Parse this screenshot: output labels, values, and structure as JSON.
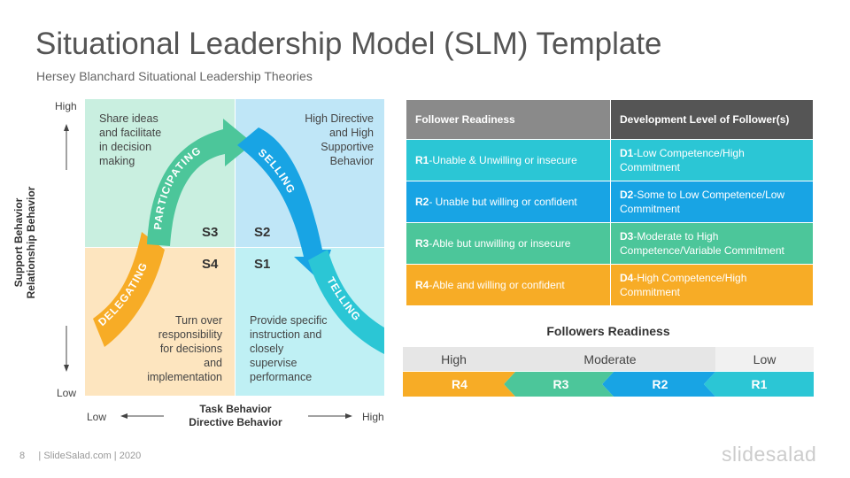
{
  "title": "Situational Leadership Model (SLM) Template",
  "subtitle": "Hersey Blanchard Situational Leadership Theories",
  "diagram": {
    "y_high": "High",
    "y_low": "Low",
    "y_axis_line1": "Support Behavior",
    "y_axis_line2": "Relationship Behavior",
    "x_low": "Low",
    "x_high": "High",
    "x_axis_line1": "Task Behavior",
    "x_axis_line2": "Directive Behavior",
    "quadrants": {
      "s3_text": [
        "Share ideas",
        "and facilitate",
        "in decision",
        "making"
      ],
      "s2_text": [
        "High Directive",
        "and High",
        "Supportive",
        "Behavior"
      ],
      "s4_text": [
        "Turn over",
        "responsibility",
        "for decisions",
        "and",
        "implementation"
      ],
      "s1_text": [
        "Provide specific",
        "instruction and",
        "closely",
        "supervise",
        "performance"
      ]
    },
    "labels": {
      "s3": "S3",
      "s2": "S2",
      "s4": "S4",
      "s1": "S1"
    },
    "arrows": {
      "participating": "PARTICIPATING",
      "selling": "SELLING",
      "delegating": "DELEGATING",
      "telling": "TELLING"
    }
  },
  "table": {
    "headers": [
      "Follower Readiness",
      "Development Level of Follower(s)"
    ],
    "rows": [
      {
        "code": "R1",
        "readiness": "-Unable & Unwilling or insecure",
        "dcode": "D1",
        "level": "-Low Competence/High Commitment"
      },
      {
        "code": "R2",
        "readiness": "- Unable but willing or confident",
        "dcode": "D2",
        "level": "-Some to Low Competence/Low Commitment"
      },
      {
        "code": "R3",
        "readiness": "-Able but unwilling or insecure",
        "dcode": "D3",
        "level": "-Moderate to High Competence/Variable  Commitment"
      },
      {
        "code": "R4",
        "readiness": "-Able and willing or confident",
        "dcode": "D4",
        "level": "-High Competence/High Commitment"
      }
    ]
  },
  "followers_readiness": {
    "title": "Followers Readiness",
    "scale": [
      "High",
      "Moderate",
      "Low"
    ],
    "chevrons": [
      "R4",
      "R3",
      "R2",
      "R1"
    ]
  },
  "footer": {
    "page": "8",
    "text": "| SlideSalad.com | 2020"
  },
  "brand": "slidesalad",
  "colors": {
    "s3_bg": "#c9efe0",
    "s2_bg": "#bfe6f7",
    "s4_bg": "#fde5bf",
    "s1_bg": "#bff0f4",
    "green": "#4cc69a",
    "blue": "#18a4e4",
    "orange": "#f7ac26",
    "cyan": "#2bc6d5",
    "gray_header": "#8a8a8a",
    "dark_header": "#555555"
  }
}
